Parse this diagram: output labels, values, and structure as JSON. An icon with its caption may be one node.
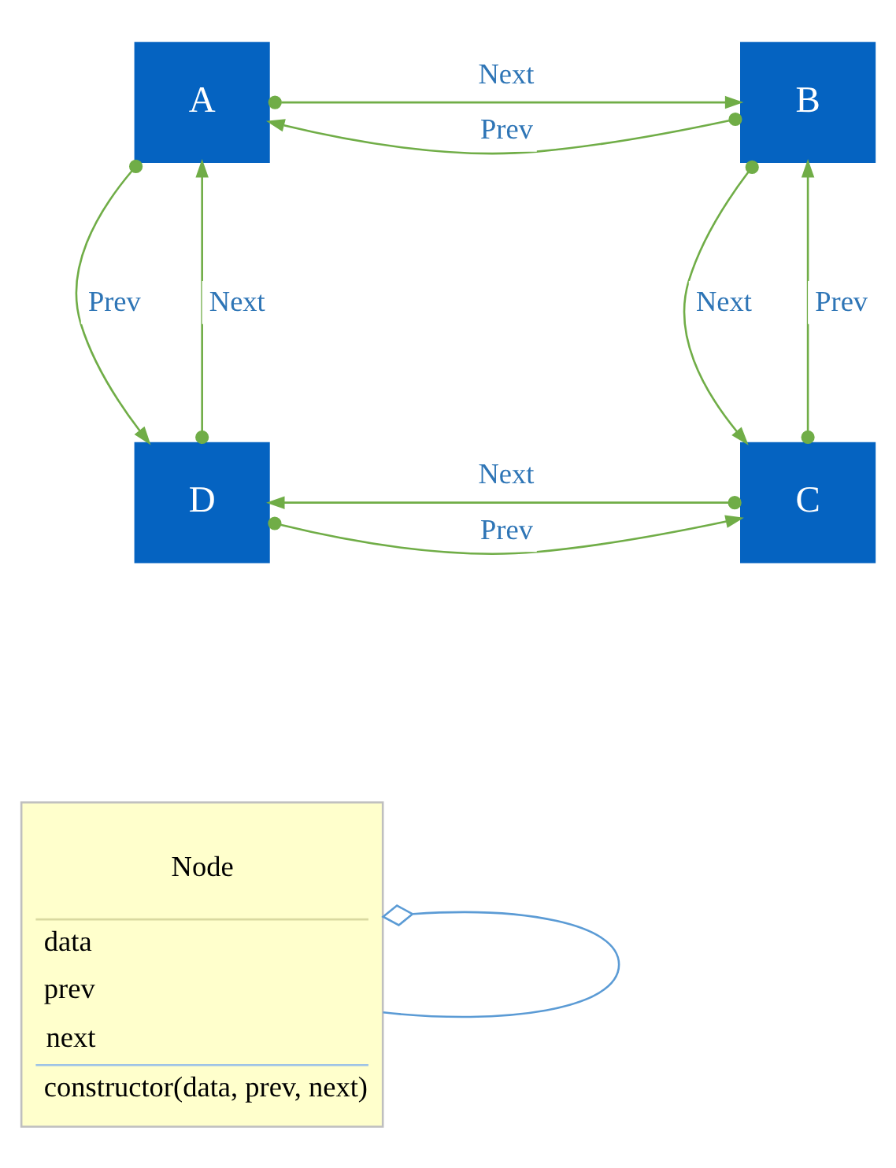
{
  "diagram": {
    "nodes": [
      {
        "text": [
          "A"
        ]
      },
      {
        "text": [
          "B"
        ]
      },
      {
        "text": [
          "C"
        ]
      },
      {
        "text": [
          "D"
        ]
      },
      {
        "text": [
          "Node",
          "data",
          "prev",
          "next",
          "constructor(data, prev, next)"
        ]
      }
    ],
    "edges": [
      {
        "from": 0,
        "to": 1,
        "arrow": "to",
        "label": "Next"
      },
      {
        "from": 1,
        "to": 0,
        "arrow": "to",
        "label": "Prev"
      },
      {
        "from": 3,
        "to": 0,
        "arrow": "to",
        "label": "Next"
      },
      {
        "from": 0,
        "to": 3,
        "arrow": "to",
        "label": "Prev"
      },
      {
        "from": 2,
        "to": 1,
        "arrow": "to",
        "label": "Prev"
      },
      {
        "from": 1,
        "to": 2,
        "arrow": "to",
        "label": "Next"
      },
      {
        "from": 3,
        "to": 2,
        "arrow": "to",
        "label": "Prev"
      },
      {
        "from": 2,
        "to": 3,
        "arrow": "to",
        "label": "Next"
      },
      {
        "from": 4,
        "to": 4,
        "arrow": "other",
        "color": "#5b9bd5"
      }
    ]
  }
}
